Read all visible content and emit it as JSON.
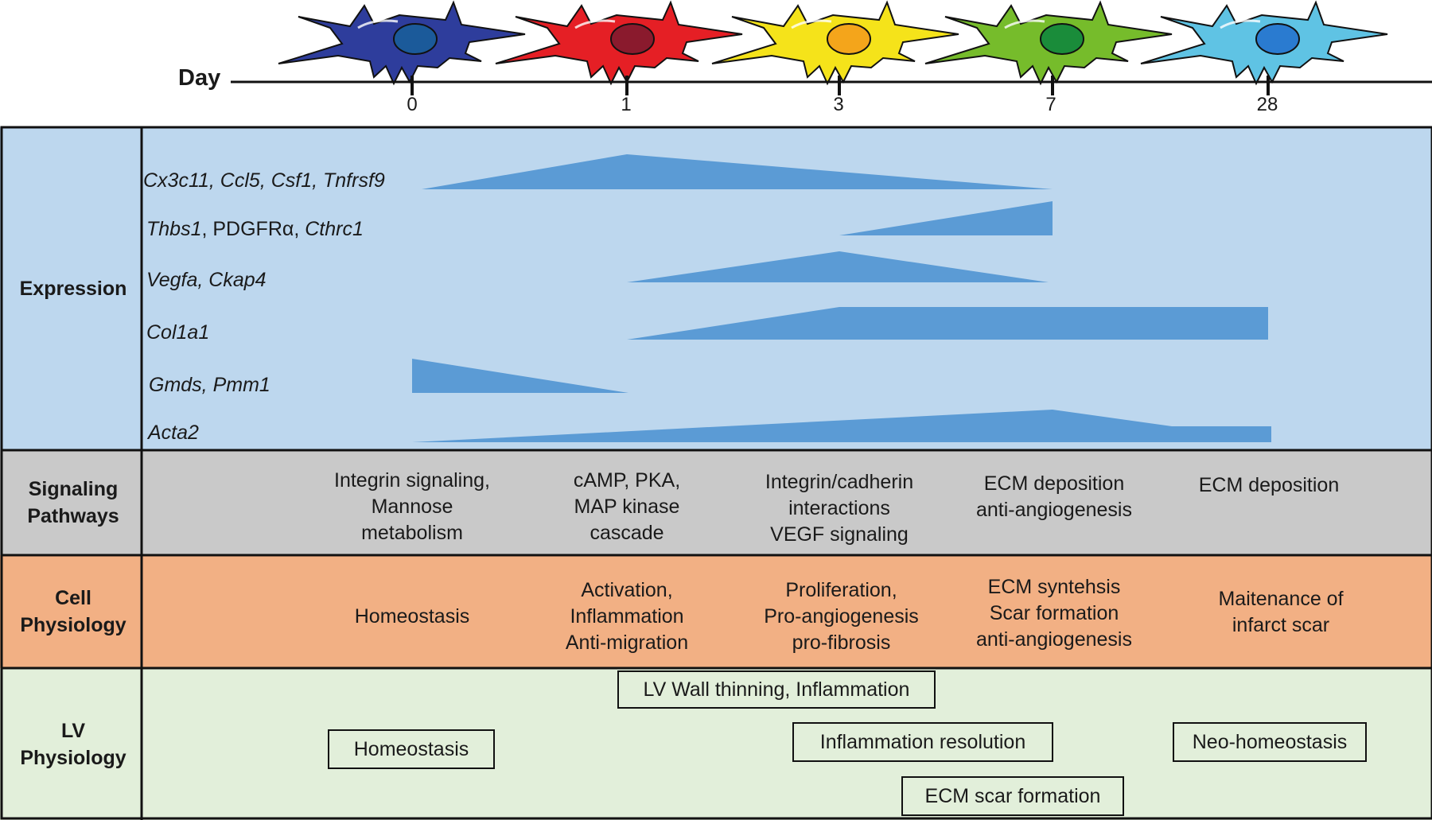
{
  "axis": {
    "title": "Day",
    "ticks": [
      "0",
      "1",
      "3",
      "7",
      "28"
    ]
  },
  "colors": {
    "expression_bg": "#bdd7ee",
    "signaling_bg": "#c9c9c9",
    "cell_bg": "#f2b084",
    "lv_bg": "#e2efda",
    "wedge": "#5b9bd5",
    "cells": [
      "#2e3d9c",
      "#e51f25",
      "#f5e31a",
      "#76bc2b",
      "#5fc3e4"
    ],
    "nuclei": [
      "#1b5a9a",
      "#8a1a2d",
      "#f4a51b",
      "#1a8c3a",
      "#2a7bd0"
    ]
  },
  "cell_icons": [
    "cell-day0-blue-icon",
    "cell-day1-red-icon",
    "cell-day3-yellow-icon",
    "cell-day7-green-icon",
    "cell-day28-lightblue-icon"
  ],
  "rows": {
    "expression": "Expression",
    "signaling": [
      "Signaling",
      "Pathways"
    ],
    "cell": [
      "Cell",
      "Physiology"
    ],
    "lv": [
      "LV",
      "Physiology"
    ]
  },
  "genes": [
    {
      "italic": "Cx3c11, Ccl5, Csf1, Tnfrsf9",
      "plain": "",
      "tail": ""
    },
    {
      "italic": "Thbs1",
      "plain": ", PDGFRα, ",
      "tail": "Cthrc1"
    },
    {
      "italic": "Vegfa, Ckap4",
      "plain": "",
      "tail": ""
    },
    {
      "italic": "Col1a1",
      "plain": "",
      "tail": ""
    },
    {
      "italic": "Gmds, Pmm1",
      "plain": "",
      "tail": ""
    },
    {
      "italic": "Acta2",
      "plain": "",
      "tail": ""
    }
  ],
  "signaling": [
    [
      "Integrin signaling,",
      "Mannose",
      "metabolism"
    ],
    [
      "cAMP, PKA,",
      "MAP kinase",
      "cascade"
    ],
    [
      "Integrin/cadherin",
      "interactions",
      "VEGF signaling"
    ],
    [
      "ECM deposition",
      "anti-angiogenesis"
    ],
    [
      "ECM deposition"
    ]
  ],
  "cell_physiology": [
    [
      "Homeostasis"
    ],
    [
      "Activation,",
      "Inflammation",
      "Anti-migration"
    ],
    [
      "Proliferation,",
      "Pro-angiogenesis",
      "pro-fibrosis"
    ],
    [
      "ECM syntehsis",
      "Scar formation",
      "anti-angiogenesis"
    ],
    [
      "Maitenance of",
      "infarct scar"
    ]
  ],
  "lv_physiology": {
    "wall": "LV Wall thinning, Inflammation",
    "homeostasis": "Homeostasis",
    "resolution": "Inflammation resolution",
    "neo": "Neo-homeostasis",
    "scar": "ECM scar formation"
  }
}
